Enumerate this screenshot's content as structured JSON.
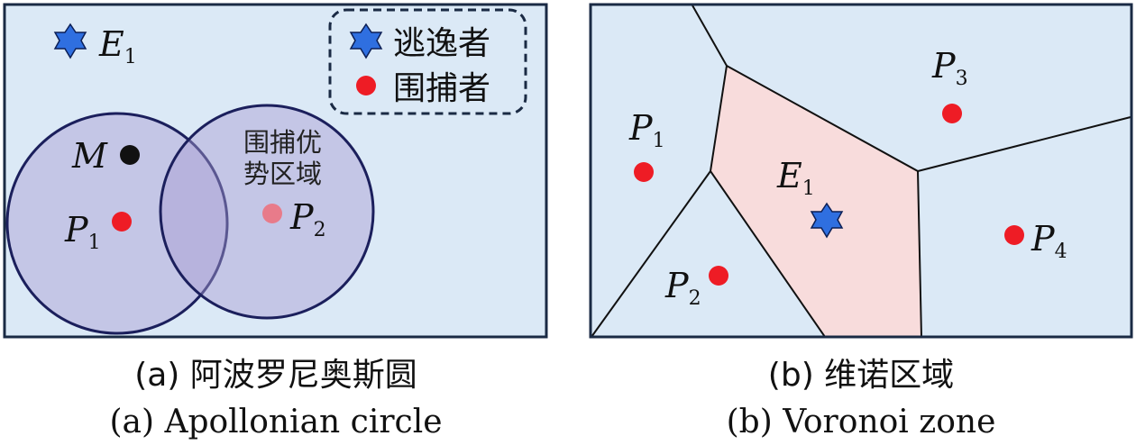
{
  "colors": {
    "panel_fill": "#dbe9f6",
    "panel_stroke": "#1a2a44",
    "circle_fill": "#a99bd3",
    "circle_stroke": "#1b1f5c",
    "evader_star": "#2f6fe0",
    "pursuer_dot": "#ee1c25",
    "pursuer_faded": "#e87b8a",
    "point_m": "#111111",
    "voronoi_cell": "#f8dcdc"
  },
  "panel_a": {
    "evader_label": "E",
    "evader_sub": "1",
    "legend": {
      "evader": "逃逸者",
      "pursuer": "围捕者"
    },
    "point_m": "M",
    "pursuer1": "P",
    "pursuer1_sub": "1",
    "pursuer2": "P",
    "pursuer2_sub": "2",
    "advantage_line1": "围捕优",
    "advantage_line2": "势区域",
    "caption_cn": "(a) 阿波罗尼奥斯圆",
    "caption_en": "(a) Apollonian circle"
  },
  "panel_b": {
    "evader_label": "E",
    "evader_sub": "1",
    "p1": "P",
    "p1_sub": "1",
    "p2": "P",
    "p2_sub": "2",
    "p3": "P",
    "p3_sub": "3",
    "p4": "P",
    "p4_sub": "4",
    "caption_cn": "(b) 维诺区域",
    "caption_en": "(b) Voronoi zone"
  }
}
